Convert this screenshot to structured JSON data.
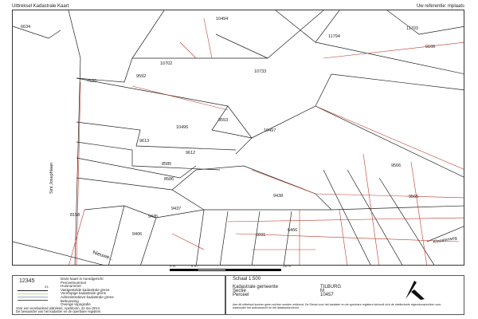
{
  "header": {
    "title": "Uittreksel Kadastrale Kaart",
    "reference": "Uw referentie: mplaats"
  },
  "map": {
    "parcels": [
      "6634",
      "10494",
      "11794",
      "11703",
      "9166",
      "10733",
      "10702",
      "9592",
      "7530",
      "9553",
      "10496",
      "10497",
      "9613",
      "9612",
      "8585",
      "8586",
      "9566",
      "9565",
      "9438",
      "9437",
      "9435",
      "8158",
      "6691",
      "6466",
      "9406"
    ],
    "streets": [
      "Sint Josephlaan",
      "Nieuwe...",
      "Kloosterweg"
    ]
  },
  "scale_bar": {
    "labels": [
      "0 m",
      "5 m",
      "25 m"
    ]
  },
  "legend": {
    "sample_number": "12345",
    "sample_house": "23",
    "items": [
      "Deze kaart is noordgericht",
      "Perceelnummer",
      "Huisnummer",
      "Vastgestelde kadastrale grens",
      "Voorlopige kadastrale grens",
      "Administratieve kadastrale grens",
      "Bebouwing",
      "Overige topografie"
    ],
    "footer_line1": "Voor een eensluidend uittreksel, Apeldoorn, 22 mei 2014",
    "footer_line2": "De bewaarder van het kadaster en de openbare registers"
  },
  "info": {
    "scale": "Schaal 1:500",
    "rows": [
      {
        "key": "Kadastrale gemeente",
        "value": "TILBURG"
      },
      {
        "key": "Sectie",
        "value": "M"
      },
      {
        "key": "Perceel",
        "value": "10457"
      }
    ],
    "disclaimer": "Aan dit uittreksel kunnen geen rechten worden ontleend. De Dienst voor het kadaster en de openbare registers behoudt zich de intellectuele eigendomsrechten voor, waaronder het auteursrecht en het databankenrecht."
  },
  "colors": {
    "parcel_line": "#222222",
    "boundary_red": "#c0392b"
  }
}
